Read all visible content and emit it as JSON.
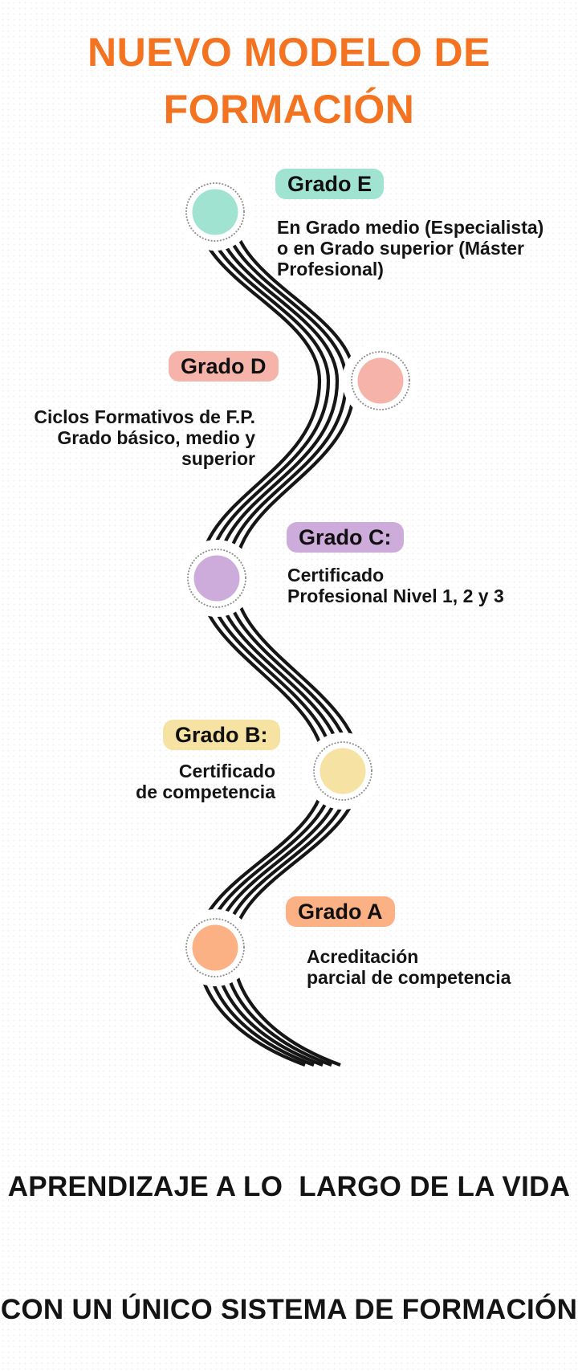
{
  "title": {
    "line1": "NUEVO MODELO DE",
    "line2": "FORMACIÓN"
  },
  "theme": {
    "title_color": "#F47320",
    "line_color": "#161616",
    "ring_color": "#8d8d8d",
    "text_color": "#141414"
  },
  "grades": [
    {
      "id": "grado-e",
      "label": "Grado E",
      "color": "#A0E3D0",
      "desc": [
        "En Grado medio (Especialista)",
        "o en Grado superior (Máster",
        "Profesional)"
      ]
    },
    {
      "id": "grado-d",
      "label": "Grado D",
      "color": "#F5B3A9",
      "desc": [
        "Ciclos Formativos de F.P.",
        "Grado básico, medio y",
        "superior"
      ]
    },
    {
      "id": "grado-c",
      "label": "Grado C:",
      "color": "#CDACDC",
      "desc": [
        "Certificado",
        "Profesional Nivel 1, 2 y 3"
      ]
    },
    {
      "id": "grado-b",
      "label": "Grado B:",
      "color": "#F6E3A4",
      "desc": [
        "Certificado",
        "de competencia"
      ]
    },
    {
      "id": "grado-a",
      "label": "Grado A",
      "color": "#FBB183",
      "desc": [
        "Acreditación",
        "parcial de competencia"
      ]
    }
  ],
  "footer": {
    "line1": "APRENDIZAJE A LO  LARGO DE LA VIDA",
    "line2": "CON UN ÚNICO SISTEMA DE FORMACIÓN"
  }
}
